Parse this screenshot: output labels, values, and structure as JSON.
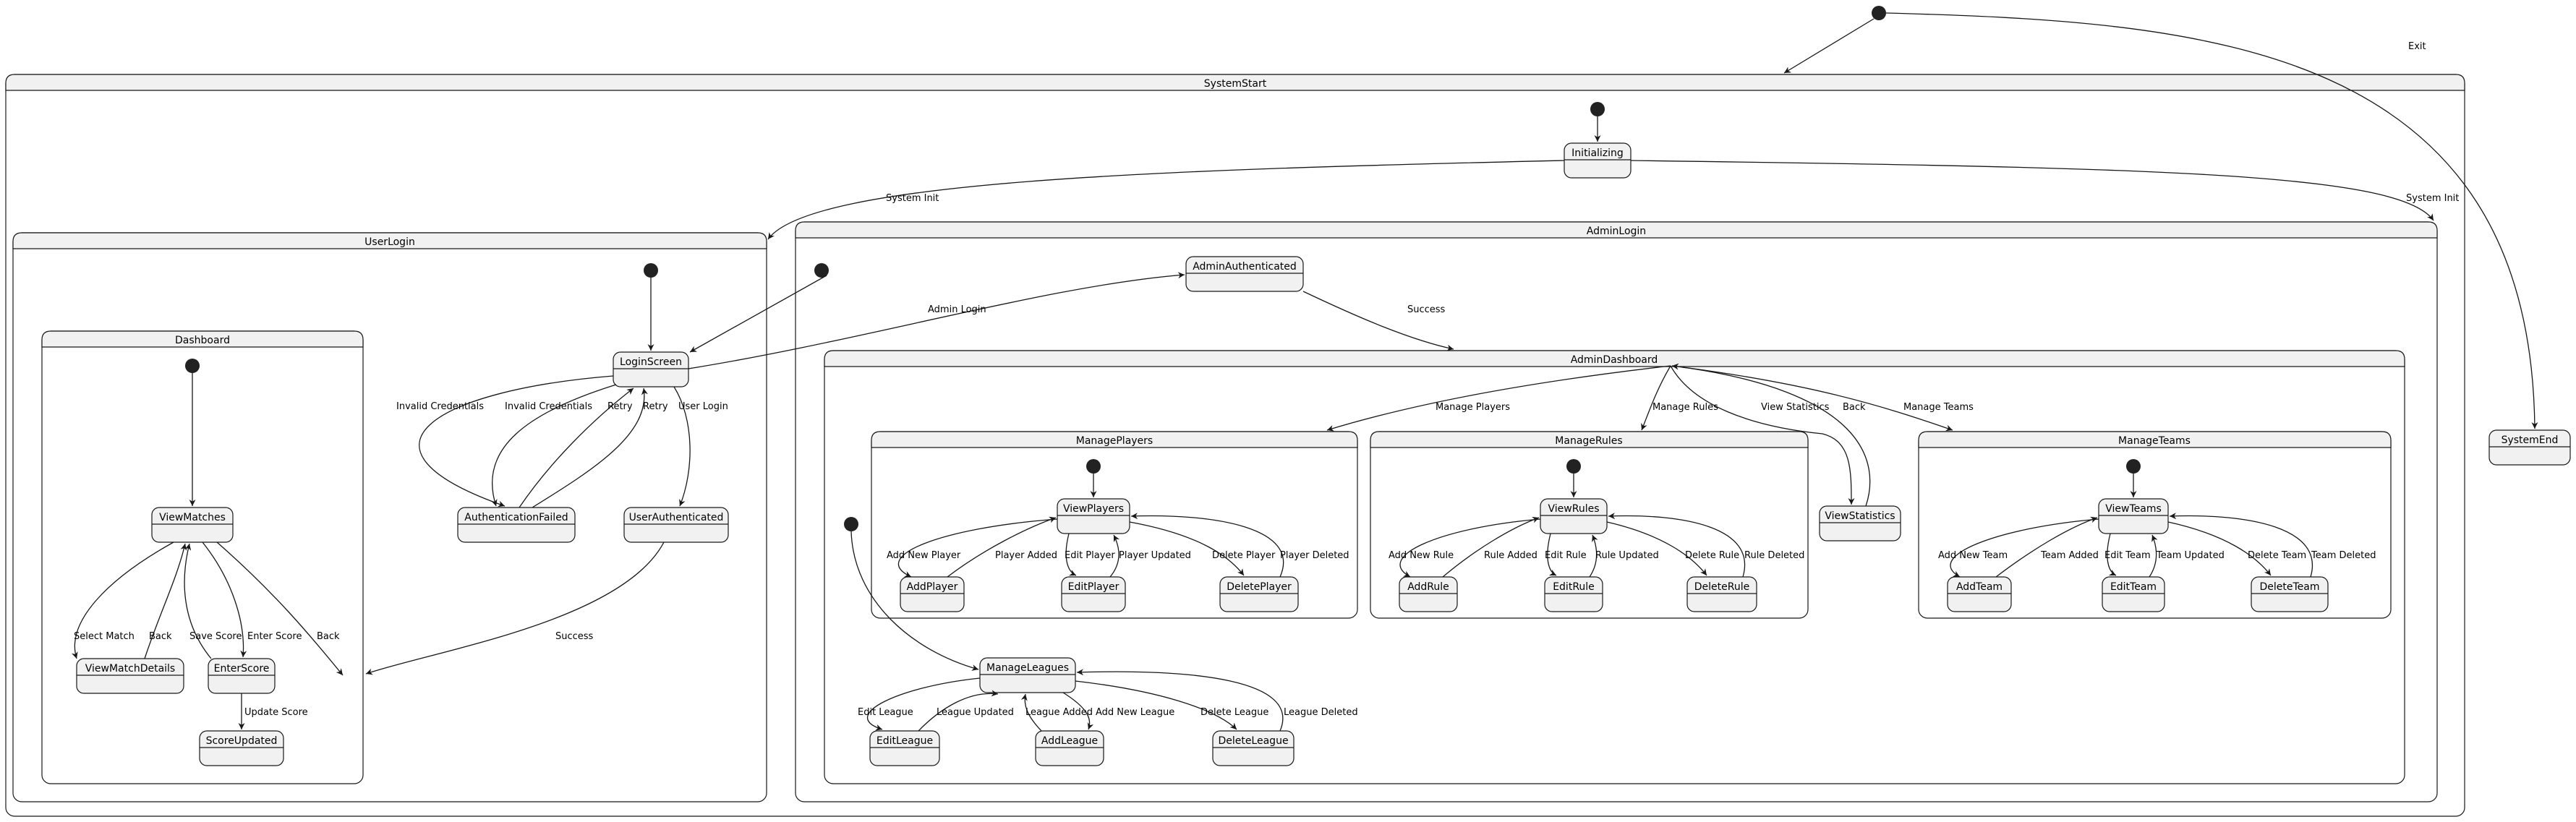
{
  "states": {
    "system_start": "SystemStart",
    "system_end": "SystemEnd",
    "initializing": "Initializing",
    "user_login": "UserLogin",
    "admin_login": "AdminLogin",
    "login_screen": "LoginScreen",
    "authentication_failed": "AuthenticationFailed",
    "user_authenticated": "UserAuthenticated",
    "admin_authenticated": "AdminAuthenticated",
    "dashboard": "Dashboard",
    "view_matches": "ViewMatches",
    "view_match_details": "ViewMatchDetails",
    "enter_score": "EnterScore",
    "score_updated": "ScoreUpdated",
    "admin_dashboard": "AdminDashboard",
    "manage_players": "ManagePlayers",
    "manage_rules": "ManageRules",
    "manage_teams": "ManageTeams",
    "view_statistics": "ViewStatistics",
    "view_players": "ViewPlayers",
    "add_player": "AddPlayer",
    "edit_player": "EditPlayer",
    "delete_player": "DeletePlayer",
    "view_rules": "ViewRules",
    "add_rule": "AddRule",
    "edit_rule": "EditRule",
    "delete_rule": "DeleteRule",
    "view_teams": "ViewTeams",
    "add_team": "AddTeam",
    "edit_team": "EditTeam",
    "delete_team": "DeleteTeam",
    "manage_leagues": "ManageLeagues",
    "edit_league": "EditLeague",
    "add_league": "AddLeague",
    "delete_league": "DeleteLeague"
  },
  "transitions": {
    "exit": "Exit",
    "system_init": "System Init",
    "admin_login": "Admin Login",
    "success": "Success",
    "invalid_credentials": "Invalid Credentials",
    "retry": "Retry",
    "user_login": "User Login",
    "select_match": "Select Match",
    "back": "Back",
    "save_score": "Save Score",
    "enter_score": "Enter Score",
    "update_score": "Update Score",
    "manage_players": "Manage Players",
    "manage_rules": "Manage Rules",
    "view_statistics": "View Statistics",
    "manage_teams": "Manage Teams",
    "add_new_player": "Add New Player",
    "player_added": "Player Added",
    "edit_player": "Edit Player",
    "player_updated": "Player Updated",
    "delete_player": "Delete Player",
    "player_deleted": "Player Deleted",
    "add_new_rule": "Add New Rule",
    "rule_added": "Rule Added",
    "edit_rule": "Edit Rule",
    "rule_updated": "Rule Updated",
    "delete_rule": "Delete Rule",
    "rule_deleted": "Rule Deleted",
    "add_new_team": "Add New Team",
    "team_added": "Team Added",
    "edit_team": "Edit Team",
    "team_updated": "Team Updated",
    "delete_team": "Delete Team",
    "team_deleted": "Team Deleted",
    "edit_league": "Edit League",
    "league_updated": "League Updated",
    "league_added": "League Added",
    "add_new_league": "Add New League",
    "delete_league": "Delete League",
    "league_deleted": "League Deleted"
  },
  "colors": {
    "state_fill": "#f1f1f1",
    "line": "#181818",
    "initial_dot": "#222222",
    "background": "#ffffff"
  }
}
